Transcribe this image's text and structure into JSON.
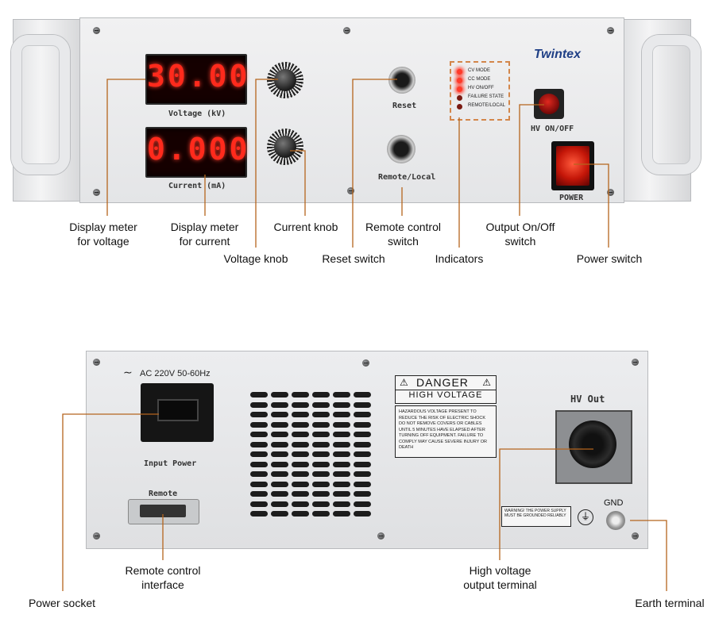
{
  "front": {
    "brand": "Twintex",
    "voltage_display": "30.00",
    "voltage_label": "Voltage (kV)",
    "current_display": "0.000",
    "current_label": "Current (mA)",
    "reset_label": "Reset",
    "remote_local_label": "Remote/Local",
    "hv_label": "HV ON/OFF",
    "power_label": "POWER",
    "indicators": [
      {
        "label": "CV MODE",
        "color": "#ff3a2a",
        "lit": true
      },
      {
        "label": "CC MODE",
        "color": "#ff3a2a",
        "lit": true
      },
      {
        "label": "HV ON/OFF",
        "color": "#ff3a2a",
        "lit": true
      },
      {
        "label": "FAILURE STATE",
        "color": "#7a1a12",
        "lit": false
      },
      {
        "label": "REMOTE/LOCAL",
        "color": "#7a1a12",
        "lit": false
      }
    ]
  },
  "front_callouts": {
    "voltage_meter": "Display meter\nfor voltage",
    "current_meter": "Display meter\nfor current",
    "voltage_knob": "Voltage knob",
    "current_knob": "Current knob",
    "reset_switch": "Reset switch",
    "remote_switch": "Remote control\nswitch",
    "indicators": "Indicators",
    "output_switch": "Output On/Off\nswitch",
    "power_switch": "Power switch"
  },
  "rear": {
    "ac_label": "AC 220V 50-60Hz",
    "input_power_label": "Input Power",
    "remote_label": "Remote",
    "danger_title": "DANGER",
    "danger_subtitle": "HIGH VOLTAGE",
    "hazard_text": "HAZARDOUS VOLTAGE PRESENT TO REDUCE THE RISK OF ELECTRIC SHOCK DO NOT REMOVE COVERS OR CABLES UNTIL 5 MINUTES HAVE ELAPSED AFTER TURNING OFF EQUIPMENT. FAILURE TO COMPLY MAY CAUSE SEVERE INJURY OR DEATH",
    "hv_out_label": "HV Out",
    "ground_warning": "WARNING! THE POWER SUPPLY MUST BE GROUNDED RELIABLY",
    "gnd_label": "GND"
  },
  "rear_callouts": {
    "power_socket": "Power socket",
    "remote_interface": "Remote control\ninterface",
    "hv_terminal": "High voltage\noutput terminal",
    "earth_terminal": "Earth terminal"
  },
  "colors": {
    "leader_line": "#b5651d",
    "display_red": "#ff2a1c",
    "logo_blue": "#1f3f86"
  }
}
